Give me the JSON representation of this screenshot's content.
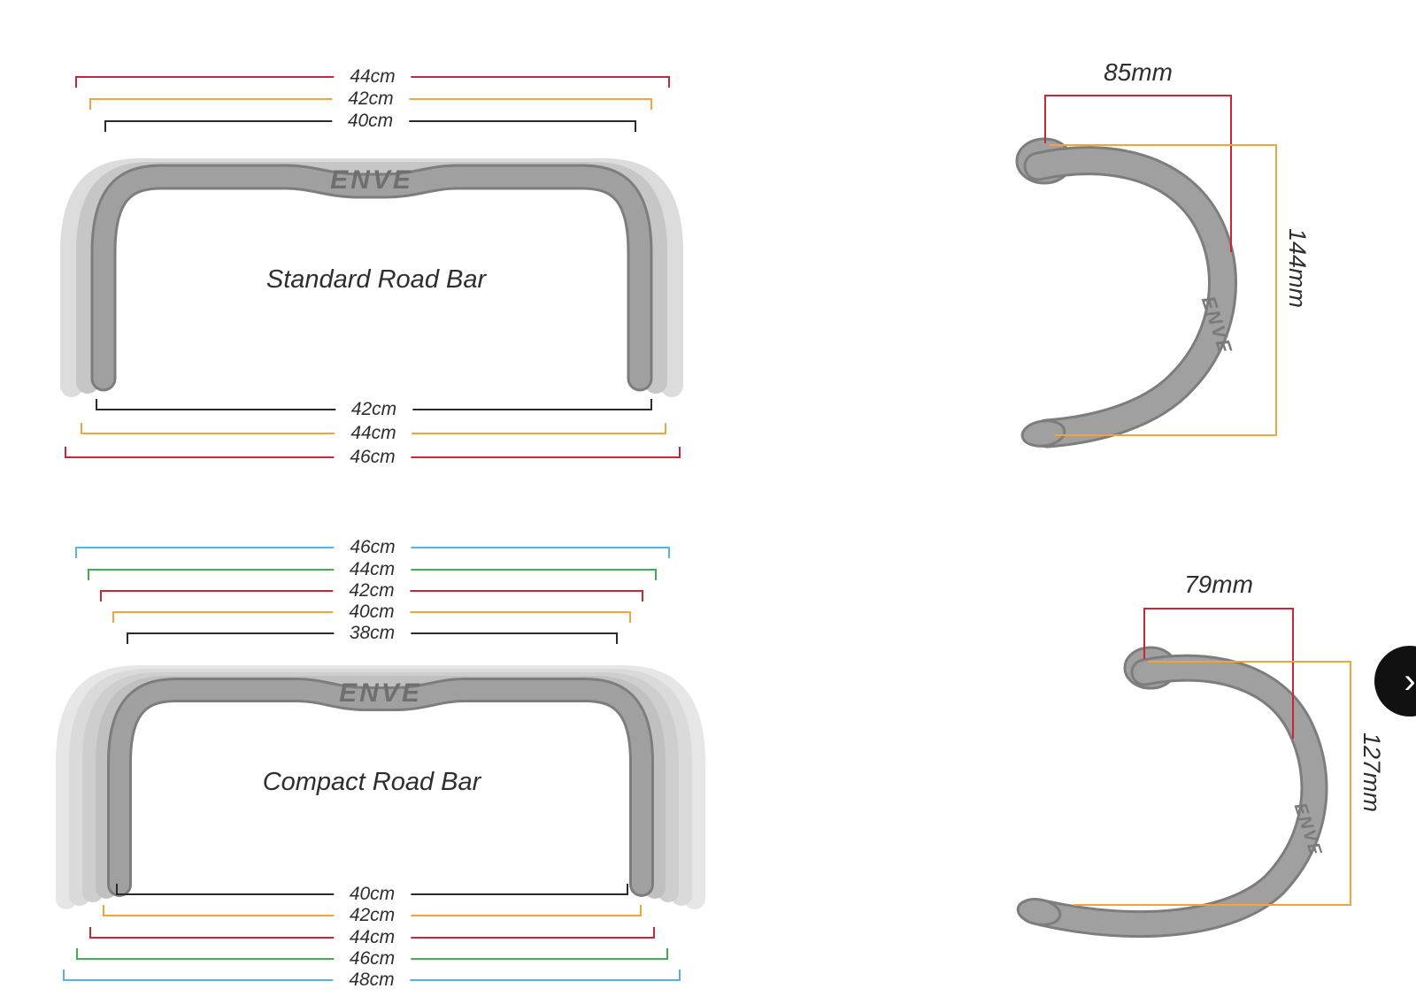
{
  "brand": {
    "logo_text": "ENVE"
  },
  "colors": {
    "red": "#c62837",
    "orange": "#f0a43c",
    "black": "#2b2b2b",
    "blue": "#56b3e5",
    "green": "#3fae53",
    "bar_gray": "#a0a0a0",
    "bar_edge_gray": "#7d7d7d"
  },
  "standard_front": {
    "title": "Standard Road Bar",
    "top_dimensions": [
      {
        "label": "44cm",
        "color": "red"
      },
      {
        "label": "42cm",
        "color": "orange"
      },
      {
        "label": "40cm",
        "color": "black"
      }
    ],
    "bottom_dimensions": [
      {
        "label": "42cm",
        "color": "black"
      },
      {
        "label": "44cm",
        "color": "orange"
      },
      {
        "label": "46cm",
        "color": "red"
      }
    ]
  },
  "standard_side": {
    "reach_label": "85mm",
    "drop_label": "144mm"
  },
  "compact_front": {
    "title": "Compact Road Bar",
    "top_dimensions": [
      {
        "label": "46cm",
        "color": "blue"
      },
      {
        "label": "44cm",
        "color": "green"
      },
      {
        "label": "42cm",
        "color": "red"
      },
      {
        "label": "40cm",
        "color": "orange"
      },
      {
        "label": "38cm",
        "color": "black"
      }
    ],
    "bottom_dimensions": [
      {
        "label": "40cm",
        "color": "black"
      },
      {
        "label": "42cm",
        "color": "orange"
      },
      {
        "label": "44cm",
        "color": "red"
      },
      {
        "label": "46cm",
        "color": "green"
      },
      {
        "label": "48cm",
        "color": "blue"
      }
    ]
  },
  "compact_side": {
    "reach_label": "79mm",
    "drop_label": "127mm"
  },
  "carousel": {
    "next_arrow": "›"
  }
}
